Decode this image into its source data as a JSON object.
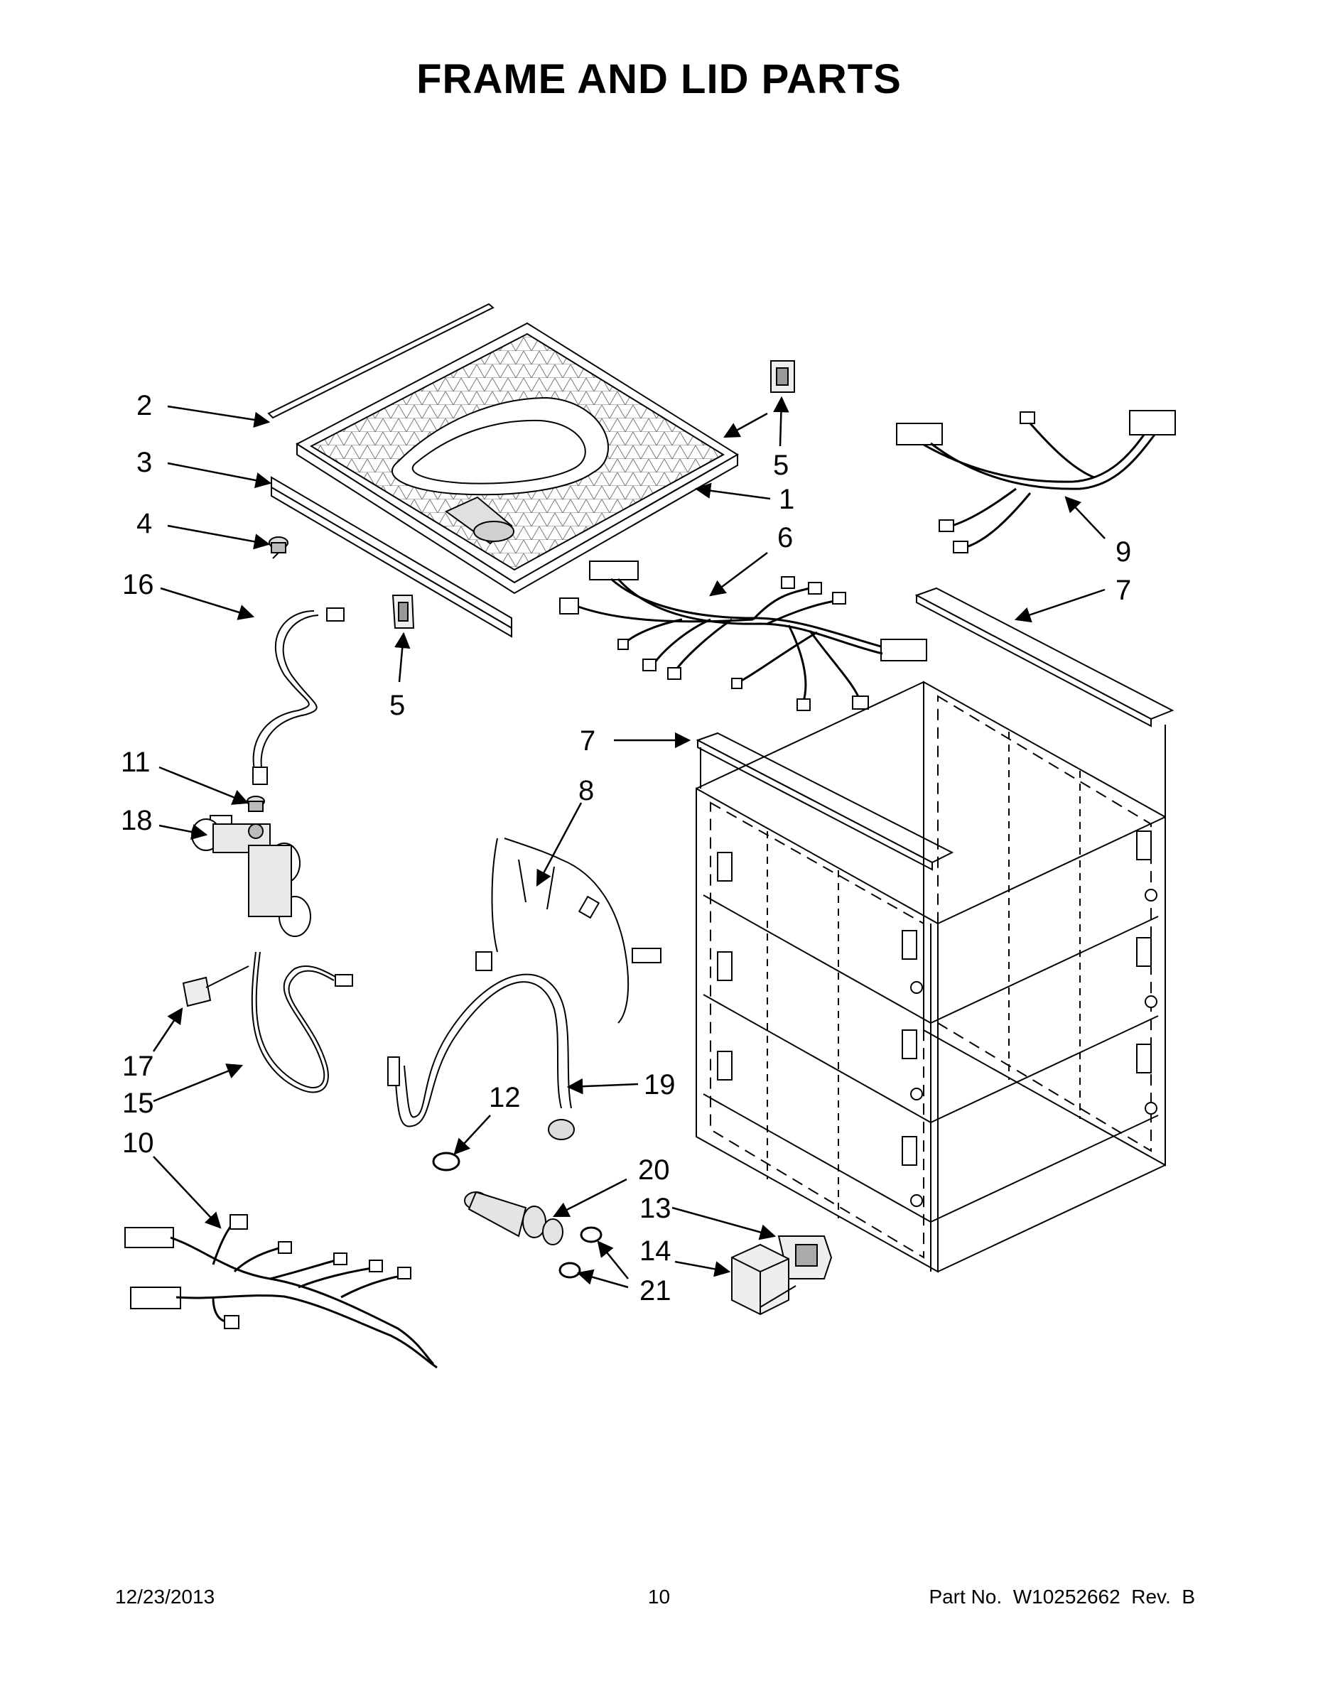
{
  "title": "FRAME AND LID PARTS",
  "callouts": [
    "1",
    "2",
    "3",
    "4",
    "5",
    "6",
    "7",
    "8",
    "9",
    "10",
    "11",
    "12",
    "13",
    "14",
    "15",
    "16",
    "17",
    "18",
    "19",
    "20",
    "21"
  ],
  "footer": {
    "date": "12/23/2013",
    "page": "10",
    "part_number": "Part No.  W10252662  Rev.  B"
  }
}
